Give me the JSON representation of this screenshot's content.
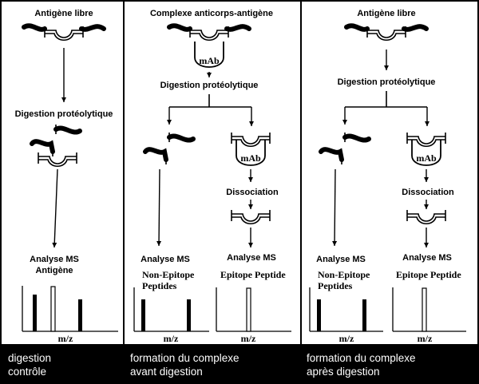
{
  "panels": [
    {
      "title": "Antigène libre",
      "digestion": "Digestion protéolytique",
      "analysis": "Analyse MS",
      "analysis_sub": "Antigène",
      "axis_label": "m/z",
      "footer_line1": "digestion",
      "footer_line2": "contrôle"
    },
    {
      "title": "Complexe anticorps-antigène",
      "antibody": "mAb",
      "digestion": "Digestion protéolytique",
      "antibody_right": "mAb",
      "dissociation": "Dissociation",
      "analysis_left": "Analyse MS",
      "analysis_right": "Analyse MS",
      "label_left_1": "Non-Epitope",
      "label_left_2": "Peptides",
      "label_right": "Epitope Peptide",
      "axis_label_left": "m/z",
      "axis_label_right": "m/z",
      "footer_line1": "formation du complexe",
      "footer_line2": "avant digestion"
    },
    {
      "title": "Antigène libre",
      "digestion": "Digestion protéolytique",
      "antibody_right": "mAb",
      "dissociation": "Dissociation",
      "analysis_left": "Analyse MS",
      "analysis_right": "Analyse MS",
      "label_left_1": "Non-Epitope",
      "label_left_2": "Peptides",
      "label_right": "Epitope Peptide",
      "axis_label_left": "m/z",
      "axis_label_right": "m/z",
      "footer_line1": "formation du complexe",
      "footer_line2": "après digestion"
    }
  ],
  "colors": {
    "background": "#ffffff",
    "ink": "#000000",
    "footer_band": "#000000",
    "footer_text": "#ffffff"
  }
}
